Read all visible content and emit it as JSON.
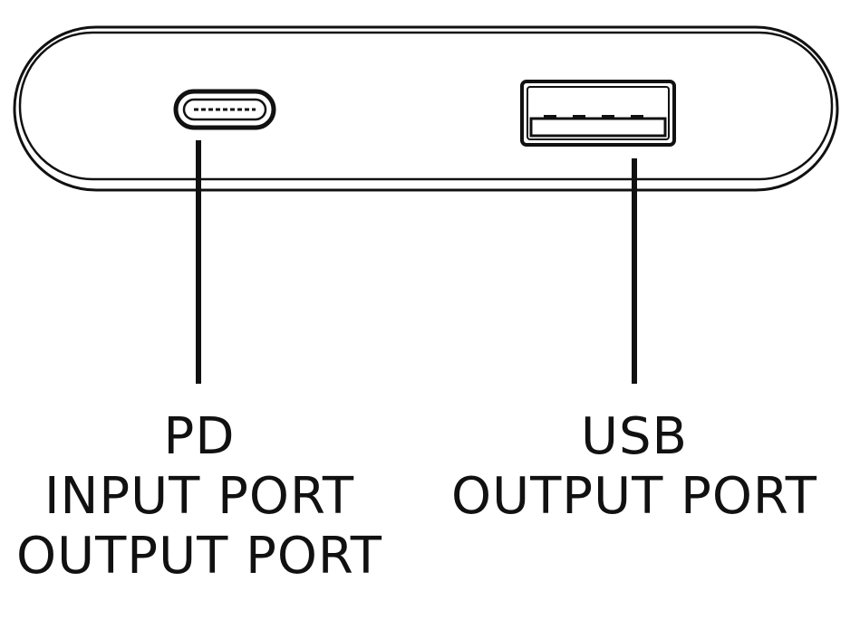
{
  "colors": {
    "stroke": "#111111",
    "background": "#ffffff"
  },
  "ports": [
    {
      "icon": "usb-c-port-icon",
      "label_lines": [
        "PD",
        "INPUT PORT",
        "OUTPUT PORT"
      ]
    },
    {
      "icon": "usb-a-port-icon",
      "label_lines": [
        "USB",
        "OUTPUT PORT"
      ]
    }
  ]
}
